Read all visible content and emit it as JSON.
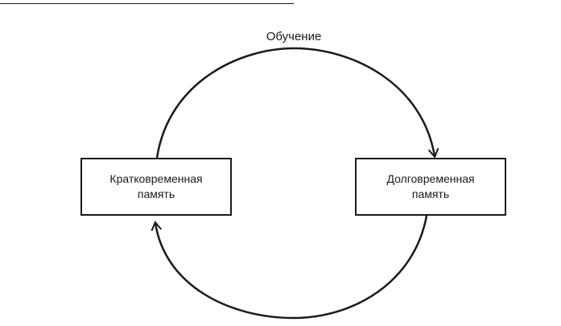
{
  "diagram": {
    "top_label": "Обучение",
    "left_box": {
      "line1": "Кратковременная",
      "line2": "память"
    },
    "right_box": {
      "line1": "Долговременная",
      "line2": "память"
    }
  },
  "colors": {
    "stroke": "#1a1a1a",
    "background": "#ffffff"
  }
}
